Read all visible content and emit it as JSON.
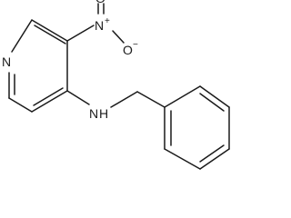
{
  "molecule": {
    "atoms": {
      "ring_nitrogen": "N",
      "nitro_nitrogen": "N",
      "nitro_nitrogen_charge": "+",
      "nitro_oxygen_double": "O",
      "nitro_oxygen_single": "O",
      "nitro_oxygen_single_charge": "−",
      "amine_nitrogen": "N",
      "amine_hydrogen": "H"
    }
  }
}
